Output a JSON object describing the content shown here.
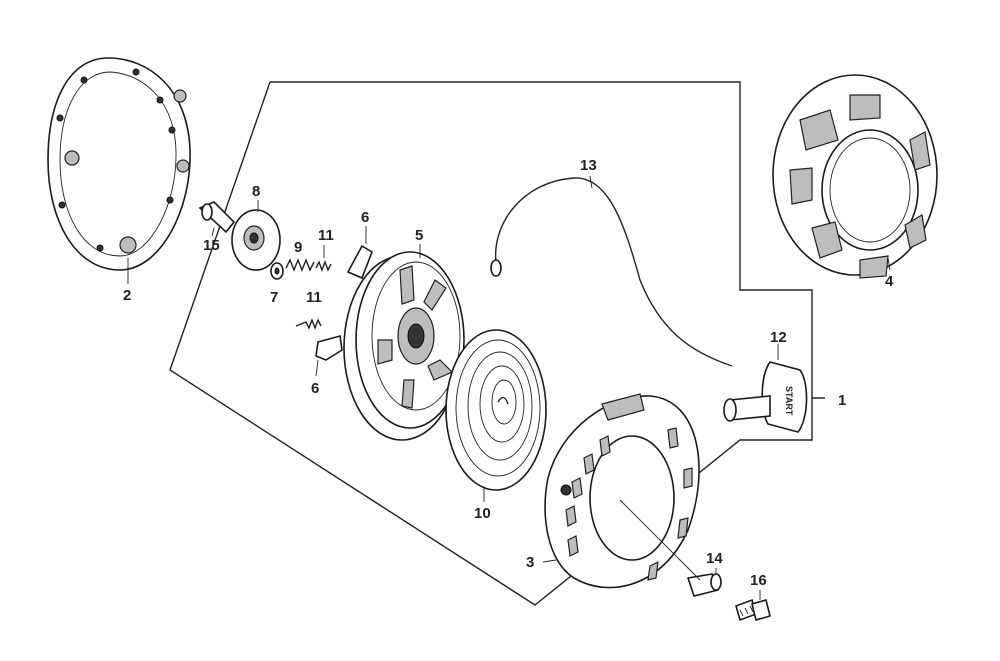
{
  "diagram": {
    "labels": {
      "l1": "1",
      "l2": "2",
      "l3": "3",
      "l4": "4",
      "l5": "5",
      "l6a": "6",
      "l6b": "6",
      "l7": "7",
      "l8": "8",
      "l9": "9",
      "l10": "10",
      "l11a": "11",
      "l11b": "11",
      "l12": "12",
      "l13": "13",
      "l14": "14",
      "l15": "15",
      "l16": "16"
    },
    "handle_text": "START"
  }
}
